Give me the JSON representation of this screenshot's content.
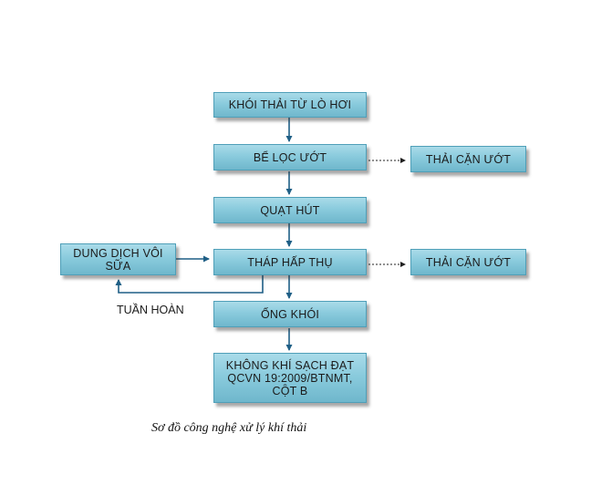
{
  "diagram": {
    "nodes": {
      "source": "KHÓI THẢI TỪ LÒ HƠI",
      "wet_filter": "BỂ LỌC ƯỚT",
      "fan": "QUẠT HÚT",
      "absorber": "THÁP HẤP THỤ",
      "chimney": "ỐNG KHÓI",
      "lime_solution_line1": "DUNG DỊCH VÔI",
      "lime_solution_line2": "SỮA",
      "clean_air_line1": "KHÔNG KHÍ SẠCH ĐẠT",
      "clean_air_line2": "QCVN 19:2009/BTNMT,",
      "clean_air_line3": "CỘT B",
      "wet_residue_1": "THẢI CẶN ƯỚT",
      "wet_residue_2": "THẢI CẶN ƯỚT"
    },
    "recirculation_label": "TUẦN HOÀN",
    "caption": "Sơ đồ công nghệ xử lý khí thải",
    "colors": {
      "box_fill": "#8acbdd",
      "box_border": "#4f9fb8",
      "arrow": "#1f5f86"
    }
  }
}
